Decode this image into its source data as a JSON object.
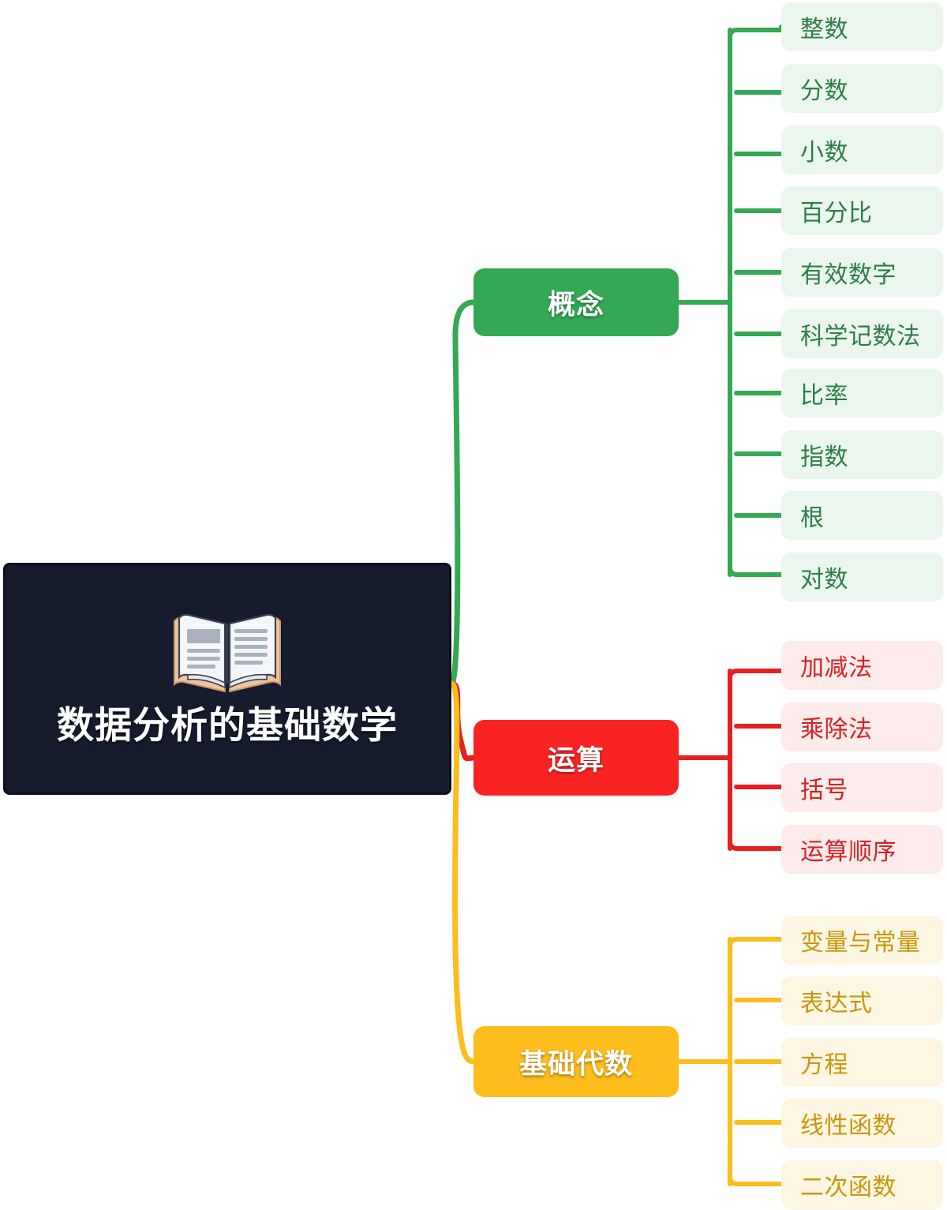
{
  "mindmap": {
    "root": {
      "title": "数据分析的基础数学",
      "icon": "open-book-emoji",
      "background_color": "#161b2e",
      "text_color": "#ffffff"
    },
    "branches": [
      {
        "id": "concepts",
        "label": "概念",
        "color": "#34a853",
        "leaf_background": "#ebf7ee",
        "leaf_text_color": "#2f7d46",
        "leaves": [
          {
            "label": "整数"
          },
          {
            "label": "分数"
          },
          {
            "label": "小数"
          },
          {
            "label": "百分比"
          },
          {
            "label": "有效数字"
          },
          {
            "label": "科学记数法"
          },
          {
            "label": "比率"
          },
          {
            "label": "指数"
          },
          {
            "label": "根"
          },
          {
            "label": "对数"
          }
        ]
      },
      {
        "id": "operations",
        "label": "运算",
        "color": "#fa2323",
        "leaf_background": "#fdeceb",
        "leaf_text_color": "#d62121",
        "leaves": [
          {
            "label": "加减法"
          },
          {
            "label": "乘除法"
          },
          {
            "label": "括号"
          },
          {
            "label": "运算顺序"
          }
        ]
      },
      {
        "id": "basic-algebra",
        "label": "基础代数",
        "color": "#fcbd1d",
        "leaf_background": "#fdf6e2",
        "leaf_text_color": "#c8960c",
        "leaves": [
          {
            "label": "变量与常量"
          },
          {
            "label": "表达式"
          },
          {
            "label": "方程"
          },
          {
            "label": "线性函数"
          },
          {
            "label": "二次函数"
          }
        ]
      }
    ]
  }
}
